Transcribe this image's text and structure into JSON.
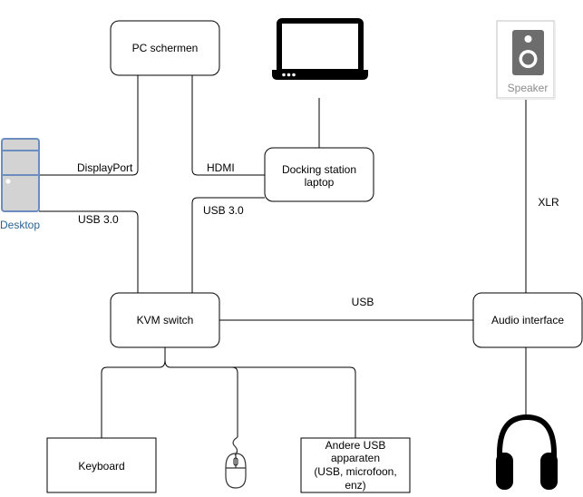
{
  "nodes": {
    "pc_screens": {
      "label": "PC schermen"
    },
    "docking_station": {
      "label_lines": [
        "Docking station",
        "laptop"
      ]
    },
    "kvm_switch": {
      "label": "KVM switch"
    },
    "audio_interface": {
      "label": "Audio interface"
    },
    "keyboard": {
      "label": "Keyboard"
    },
    "other_usb": {
      "label_lines": [
        "Andere USB",
        "apparaten",
        "(USB, microfoon,",
        "enz)"
      ]
    },
    "desktop": {
      "label": "Desktop",
      "icon": "desktop-tower-icon"
    },
    "speaker": {
      "label": "Speaker",
      "icon": "speaker-icon"
    },
    "laptop": {
      "icon": "laptop-icon"
    },
    "mouse": {
      "icon": "mouse-icon"
    },
    "headphones": {
      "icon": "headphones-icon"
    }
  },
  "edges": {
    "desktop_to_screens": {
      "label": "DisplayPort"
    },
    "dock_to_screens": {
      "label": "HDMI"
    },
    "desktop_to_kvm": {
      "label": "USB 3.0"
    },
    "dock_to_kvm": {
      "label": "USB 3.0"
    },
    "kvm_to_audio": {
      "label": "USB"
    },
    "speaker_to_audio": {
      "label": "XLR"
    }
  },
  "colors": {
    "desktop_fill": "#d3d3d3",
    "desktop_stroke": "#6c8ebf",
    "desktop_label": "#2a6496",
    "speaker_icon": "#6d6d6d",
    "speaker_label": "#8c8c8c"
  }
}
